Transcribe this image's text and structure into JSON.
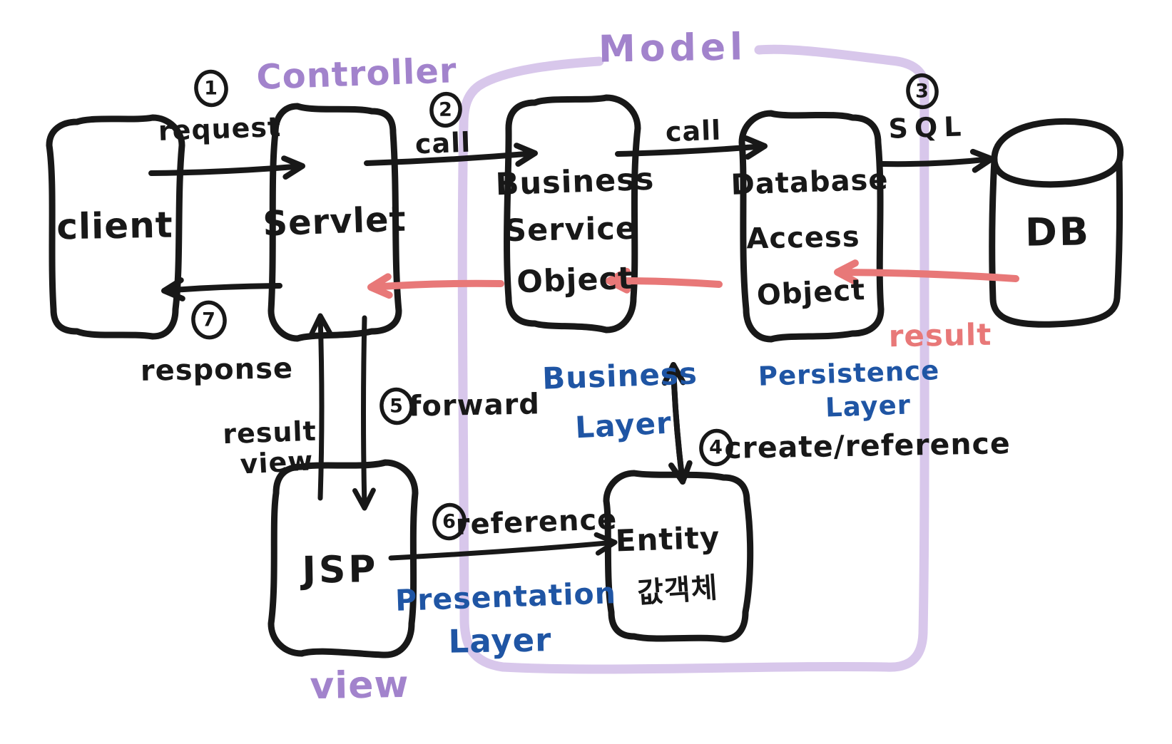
{
  "title": "MVC architecture hand-drawn diagram",
  "colors": {
    "ink": "#181818",
    "mvc_purple": "#a283cc",
    "model_boundary": "#d8c7eb",
    "layer_blue": "#1f55a4",
    "result_red": "#e87878"
  },
  "mvc": {
    "controller": "Controller",
    "model": "Model",
    "view": "view"
  },
  "nodes": {
    "client": "client",
    "servlet": "Servlet",
    "business_service_object": [
      "Business",
      "Service",
      "Object"
    ],
    "database_access_object": [
      "Database",
      "Access",
      "Object"
    ],
    "db": "DB",
    "jsp": "JSP",
    "entity": [
      "Entity",
      "값객체"
    ]
  },
  "layers": {
    "business": [
      "Business",
      "Layer"
    ],
    "persistence": [
      "Persistence",
      "Layer"
    ],
    "presentation": [
      "Presentation",
      "Layer"
    ]
  },
  "steps": {
    "s1": {
      "num": "1",
      "label": "request"
    },
    "s2": {
      "num": "2",
      "label": "call"
    },
    "s3": {
      "num": "3",
      "label": "SQL"
    },
    "s4": {
      "num": "4",
      "label": "create/reference"
    },
    "s5": {
      "num": "5",
      "label": "forward"
    },
    "s6": {
      "num": "6",
      "label": "reference"
    },
    "s7": {
      "num": "7",
      "label": "response"
    }
  },
  "edges": {
    "call2": "call",
    "result": "result",
    "result_view": [
      "result",
      "view"
    ]
  }
}
